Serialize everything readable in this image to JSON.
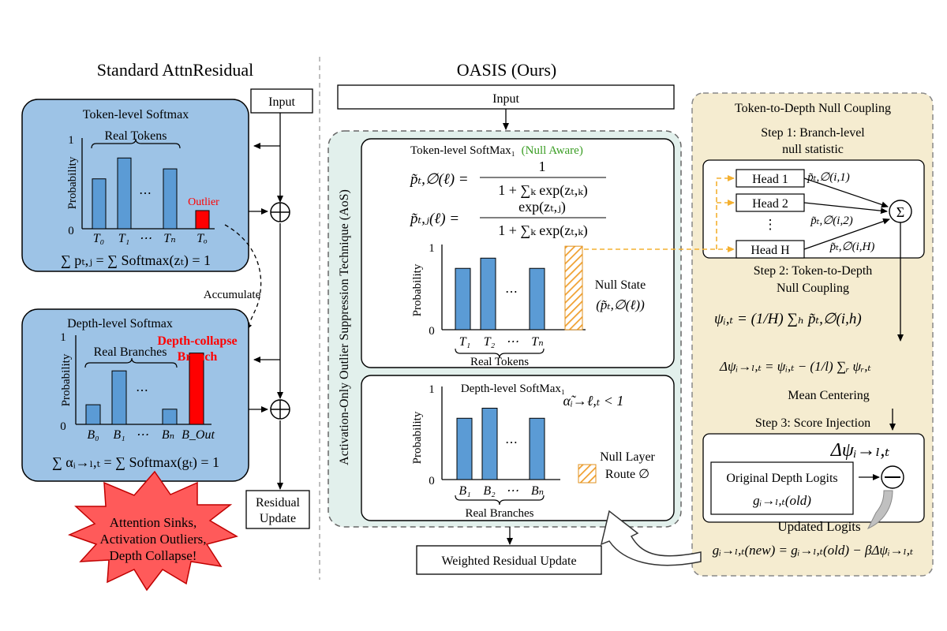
{
  "left": {
    "title": "Standard AttnResidual",
    "input": "Input",
    "token_box": {
      "title": "Token-level Softmax",
      "group_label": "Real Tokens",
      "ylabel": "Probability",
      "tick_top": "1",
      "tick_zero": "0",
      "xlabels": [
        "T₀",
        "T₁",
        "⋯",
        "Tₙ",
        "Tₒ"
      ],
      "dots": "⋯",
      "outlier_label": "Outlier",
      "bar_values": [
        0.55,
        0.78,
        0.66,
        0.2
      ],
      "formula": "∑ pₜ,ⱼ = ∑ Softmax(zₜ) = 1"
    },
    "accumulate": "Accumulate",
    "depth_box": {
      "title": "Depth-level Softmax",
      "group_label": "Real Branches",
      "ylabel": "Probability",
      "tick_top": "1",
      "tick_zero": "0",
      "xlabels": [
        "B₀",
        "B₁",
        "⋯",
        "Bₙ",
        "B_Out"
      ],
      "dots": "⋯",
      "collapse_label_1": "Depth-collapse",
      "collapse_label_2": "Branch",
      "bar_values": [
        0.22,
        0.6,
        0.17,
        0.8
      ],
      "formula": "∑ αᵢ→ₗ,ₜ = ∑ Softmax(gₜ) = 1"
    },
    "residual_update": [
      "Residual",
      "Update"
    ],
    "warning": [
      "Attention Sinks,",
      "Activation Outliers,",
      "Depth Collapse!"
    ]
  },
  "middle": {
    "title": "OASIS (Ours)",
    "input": "Input",
    "aos_label": "Activation-Only Outlier Suppression Technique (AoS)",
    "token_panel": {
      "title": "Token-level SoftMax₁",
      "null_aware": "(Null Aware)",
      "eq1_lhs": "p̃ₜ,∅(ℓ) =",
      "eq1_num": "1",
      "eq1_den": "1 + ∑ₖ exp(zₜ,ₖ)",
      "eq2_lhs": "p̃ₜ,ⱼ(ℓ) =",
      "eq2_num": "exp(zₜ,ⱼ)",
      "eq2_den": "1 + ∑ₖ exp(zₜ,ₖ)",
      "ylabel": "Probability",
      "tick_top": "1",
      "tick_zero": "0",
      "xlabels": [
        "T₁",
        "T₂",
        "⋯",
        "Tₙ"
      ],
      "dots": "⋯",
      "group_label": "Real Tokens",
      "null_state": "Null State",
      "null_state_sym": "(p̃ₜ,∅(ℓ))",
      "bar_values": [
        0.72,
        0.84,
        0.72
      ],
      "null_value": 0.98
    },
    "depth_panel": {
      "title": "Depth-level SoftMax₁",
      "alpha": "α̃ᵢ→ℓ,ₜ < 1",
      "ylabel": "Probability",
      "tick_top": "1",
      "tick_zero": "0",
      "xlabels": [
        "B₁",
        "B₂",
        "⋯",
        "Bₙ"
      ],
      "dots": "⋯",
      "group_label": "Real Branches",
      "null_layer_1": "Null Layer",
      "null_layer_2": "Route ∅",
      "bar_values": [
        0.67,
        0.78,
        0.67
      ],
      "null_value": 0.2
    },
    "output": "Weighted Residual Update"
  },
  "right": {
    "title": "Token-to-Depth Null Coupling",
    "step1_1": "Step 1: Branch-level",
    "step1_2": "null statistic",
    "heads": [
      "Head 1",
      "Head 2",
      "Head H"
    ],
    "vdots": "⋮",
    "head_stats": [
      "p̃ₜ,∅(i,1)",
      "p̃ₜ,∅(i,2)",
      "p̃ₜ,∅(i,H)"
    ],
    "sum_symbol": "Σ",
    "step2_1": "Step 2: Token-to-Depth",
    "step2_2": "Null Coupling",
    "psi_eq": "ψᵢ,ₜ = (1/H) ∑ₕ p̃ₜ,∅(i,h)",
    "dpsi_eq": "Δψᵢ→ₗ,ₜ = ψᵢ,ₜ − (1/l) ∑ᵣ ψᵣ,ₜ",
    "mean_centering": "Mean Centering",
    "step3": "Step 3: Score Injection",
    "dpsi_big": "Δψᵢ→ₗ,ₜ",
    "orig_logits": "Original Depth Logits",
    "g_old": "gᵢ→ₗ,ₜ(old)",
    "minus": "⊖",
    "updated_logits": "Updated Logits",
    "update_eq": "gᵢ→ₗ,ₜ(new) = gᵢ→ₗ,ₜ(old) − βΔψᵢ→ₗ,ₜ"
  },
  "colors": {
    "blue_panel": "#9dc3e6",
    "bar_blue": "#5b9bd5",
    "outlier_red": "#ff0000",
    "green_panel": "#e2f0ec",
    "green_text": "#3a9d23",
    "tan_panel": "#f5ecd0",
    "orange": "#f4a938",
    "warning_red": "#ff5a5a"
  }
}
